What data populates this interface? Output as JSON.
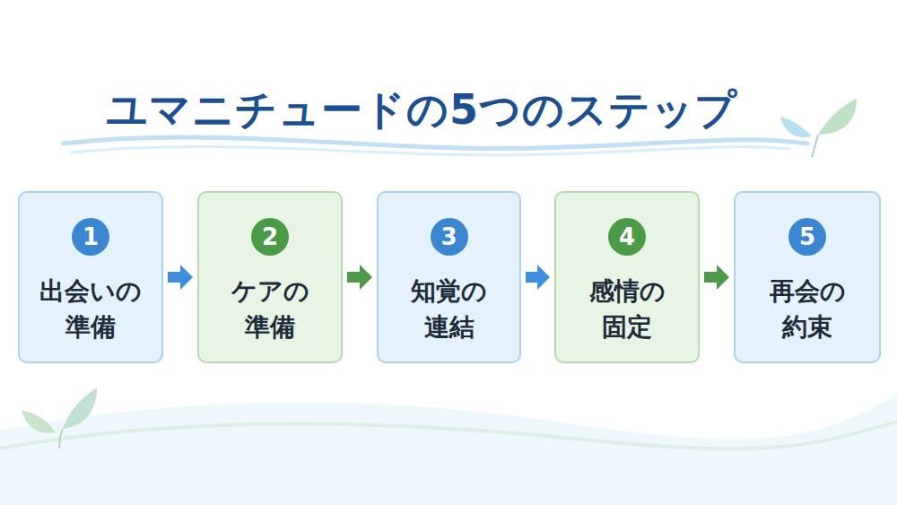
{
  "diagram": {
    "title": "ユマニチュードの5つのステップ",
    "nodes": [
      {
        "text": [
          "出会いの 準備"
        ]
      },
      {
        "text": [
          "1"
        ],
        "in": 0
      },
      {
        "text": [
          "ケアの 準備"
        ]
      },
      {
        "text": [
          "2"
        ],
        "in": 2
      },
      {
        "text": [
          "知覚の 連結"
        ]
      },
      {
        "text": [
          "3"
        ],
        "in": 4
      },
      {
        "text": [
          "感情の 固定"
        ]
      },
      {
        "text": [
          "4"
        ],
        "in": 6
      },
      {
        "text": [
          "再会の 約束"
        ]
      },
      {
        "text": [
          "5"
        ],
        "in": 8
      }
    ],
    "edges": [
      {
        "from": 0,
        "to": 2,
        "arrow": "to"
      },
      {
        "from": 2,
        "to": 4,
        "arrow": "to"
      },
      {
        "from": 4,
        "to": 6,
        "arrow": "to"
      },
      {
        "from": 6,
        "to": 8,
        "arrow": "to"
      }
    ]
  }
}
